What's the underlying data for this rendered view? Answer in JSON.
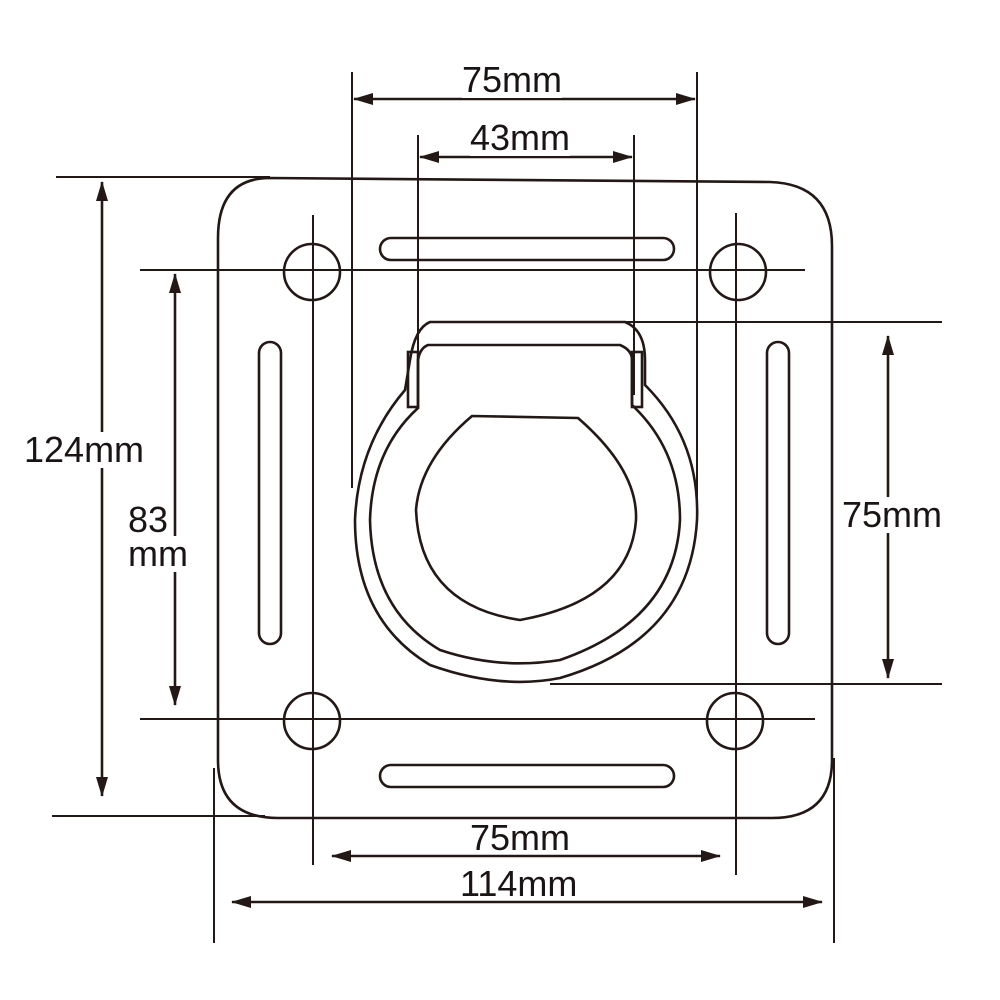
{
  "diagram": {
    "subject": "recessed D-ring tie-down plate",
    "stroke_color": "#231815",
    "dimensions": {
      "top_outer": "75mm",
      "top_inner": "43mm",
      "left_outer": "124mm",
      "left_inner_line1": "83",
      "left_inner_line2": "mm",
      "right": "75mm",
      "bottom_inner": "75mm",
      "bottom_outer": "114mm"
    }
  }
}
